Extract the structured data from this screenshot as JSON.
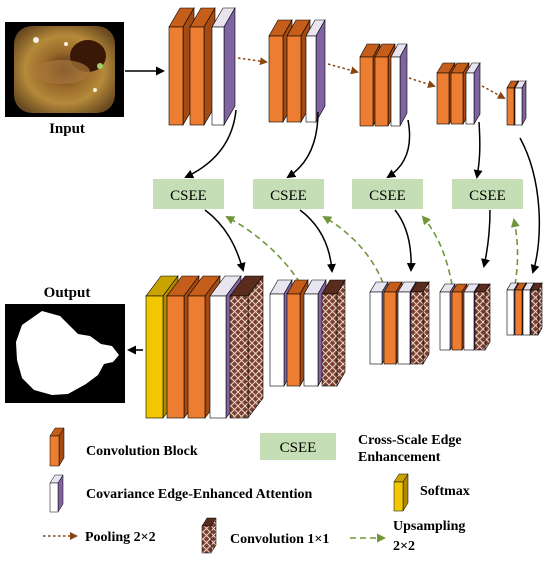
{
  "labels": {
    "input": "Input",
    "output": "Output",
    "csee": "CSEE"
  },
  "legend": {
    "conv_block": "Convolution Block",
    "csee_box": "CSEE",
    "csee_full_1": "Cross-Scale Edge",
    "csee_full_2": "Enhancement",
    "covariance": "Covariance Edge-Enhanced Attention",
    "softmax": "Softmax",
    "pooling": "Pooling 2×2",
    "conv1x1": "Convolution 1×1",
    "upsampling_1": "Upsampling",
    "upsampling_2": "2×2"
  },
  "colors": {
    "orange": "#ED7D31",
    "purple": "#8064A2",
    "csee_fill": "#C5DEB5",
    "pool_arrow": "#8B4513",
    "up_arrow": "#70963A",
    "crosshatch": "#7B3F2C",
    "softmax": "#F2C700"
  }
}
